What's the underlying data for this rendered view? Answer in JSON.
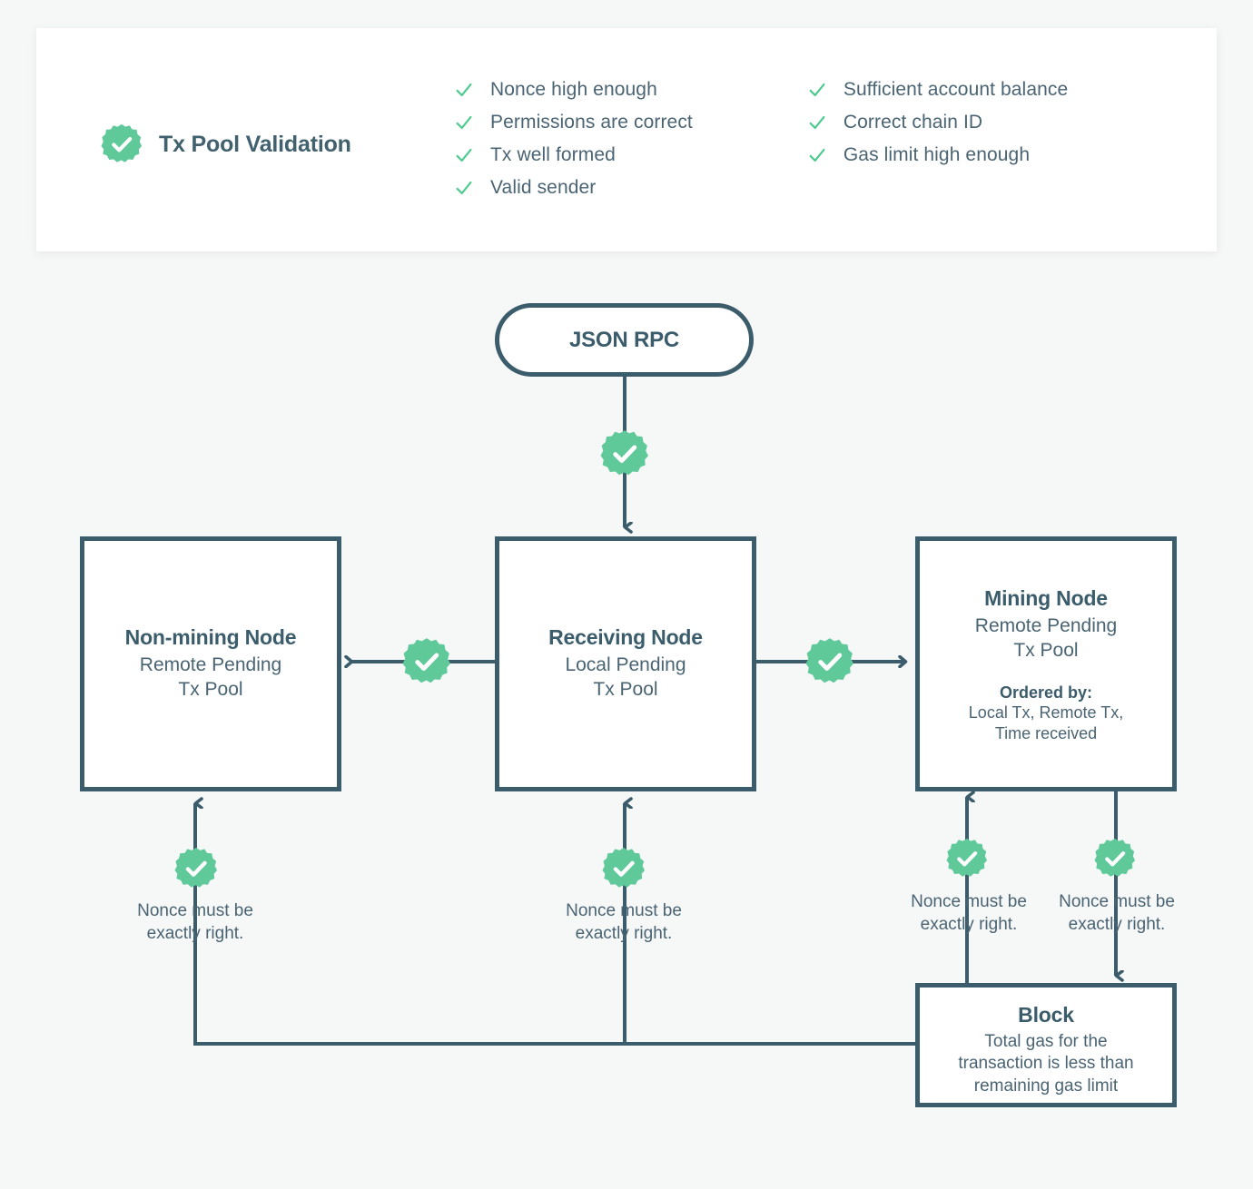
{
  "theme": {
    "background": "#f6f7f7",
    "card_bg": "#ffffff",
    "ink_dark": "#3b5c6b",
    "ink_body": "#4a6473",
    "accent_green": "#5fc99a",
    "tick_green": "#4ecb8e"
  },
  "validation_card": {
    "badge_icon": "check-seal-icon",
    "title": "Tx Pool Validation",
    "columns": [
      {
        "items": [
          {
            "icon": "check-icon",
            "label": "Nonce high enough"
          },
          {
            "icon": "check-icon",
            "label": "Permissions are correct"
          },
          {
            "icon": "check-icon",
            "label": "Tx well formed"
          },
          {
            "icon": "check-icon",
            "label": "Valid sender"
          }
        ]
      },
      {
        "items": [
          {
            "icon": "check-icon",
            "label": "Sufficient account balance"
          },
          {
            "icon": "check-icon",
            "label": "Correct chain ID"
          },
          {
            "icon": "check-icon",
            "label": "Gas limit high enough"
          }
        ]
      }
    ]
  },
  "nodes": {
    "json_rpc": {
      "title": "JSON RPC"
    },
    "non_mining": {
      "title": "Non-mining Node",
      "subtitle": "Remote Pending\nTx Pool"
    },
    "receiving": {
      "title": "Receiving Node",
      "subtitle": "Local Pending\nTx Pool"
    },
    "mining": {
      "title": "Mining Node",
      "subtitle": "Remote Pending\nTx Pool",
      "extra_label": "Ordered by:",
      "extra_text": "Local Tx, Remote Tx,\nTime received"
    },
    "block": {
      "title": "Block",
      "subtitle": "Total gas for the\ntransaction is less than\nremaining gas limit"
    }
  },
  "edge_badges": [
    {
      "id": "rpc-to-receiving",
      "icon": "check-seal-icon"
    },
    {
      "id": "receiving-to-nonmining",
      "icon": "check-seal-icon"
    },
    {
      "id": "receiving-to-mining",
      "icon": "check-seal-icon"
    },
    {
      "id": "block-to-nonmining",
      "icon": "check-seal-icon"
    },
    {
      "id": "block-to-receiving",
      "icon": "check-seal-icon"
    },
    {
      "id": "block-to-mining",
      "icon": "check-seal-icon"
    },
    {
      "id": "mining-to-block",
      "icon": "check-seal-icon"
    }
  ],
  "captions": {
    "nonce_nonmining": "Nonce must be\nexactly right.",
    "nonce_receiving": "Nonce must be\nexactly right.",
    "nonce_mining": "Nonce must be\nexactly right.",
    "nonce_block": "Nonce must be\nexactly right."
  }
}
